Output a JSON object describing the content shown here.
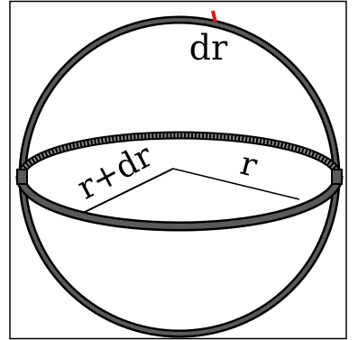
{
  "labels": {
    "shell_thickness": "dr",
    "outer_radius": "r+dr",
    "inner_radius": "r"
  },
  "colors": {
    "background": "#ffffff",
    "shell_ring": "#555555",
    "outline": "#000000",
    "thickness_marker": "#e01010"
  }
}
